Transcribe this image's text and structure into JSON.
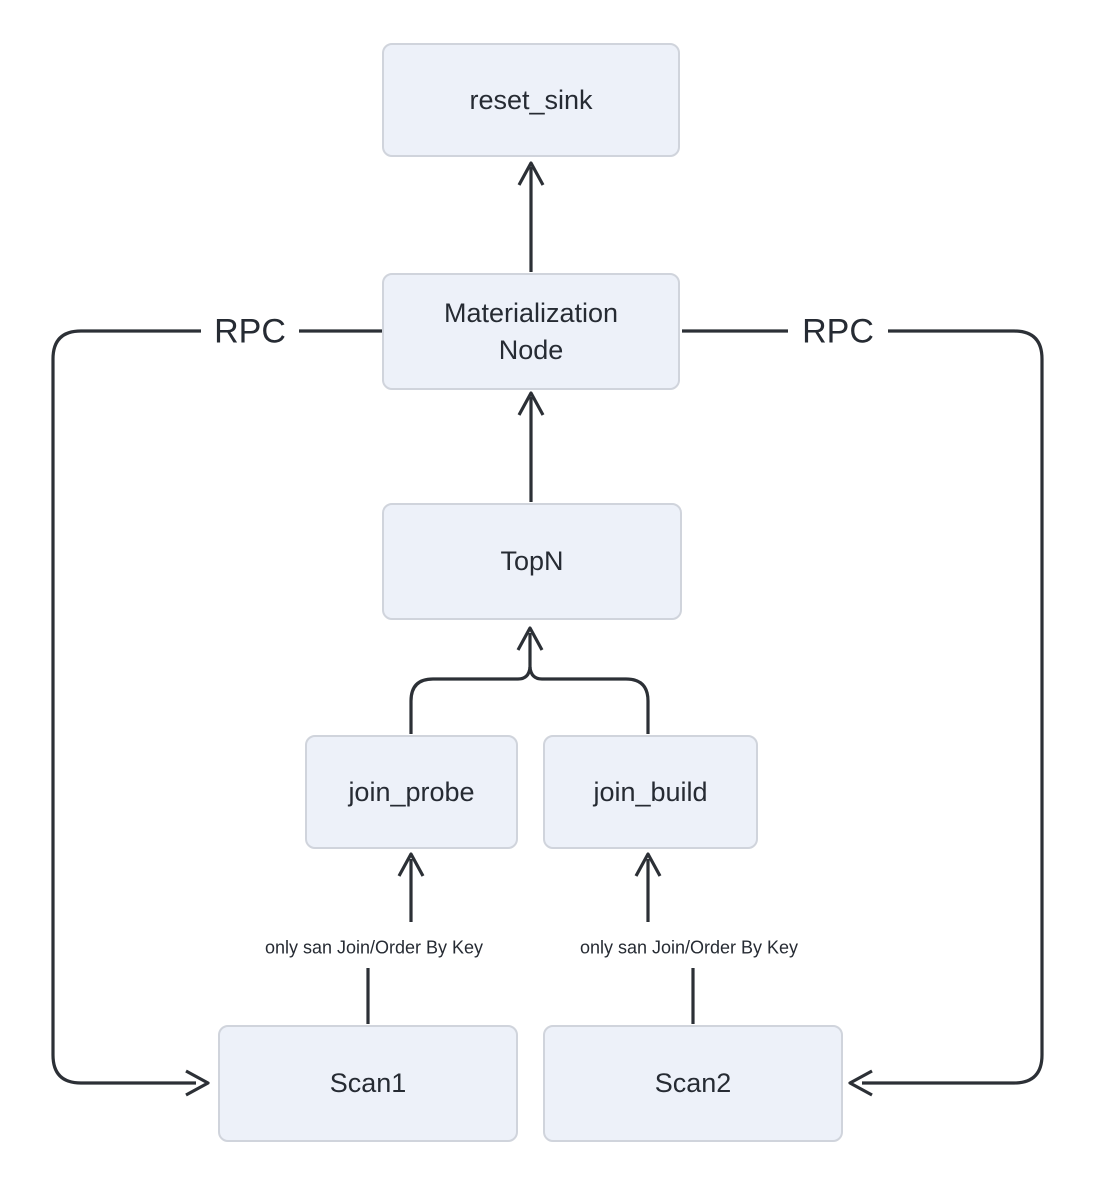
{
  "colors": {
    "background": "#ffffff",
    "node_fill": "#edf1f9",
    "node_border": "#d0d4dc",
    "line_color": "#2c3036",
    "text_color": "#262b33"
  },
  "diagram": {
    "type": "flowchart",
    "direction": "bottom-to-top",
    "nodes": {
      "reset_sink": {
        "label": "reset_sink"
      },
      "materialization": {
        "lines": [
          "Materialization",
          "Node"
        ]
      },
      "topn": {
        "label": "TopN"
      },
      "join_probe": {
        "label": "join_probe"
      },
      "join_build": {
        "label": "join_build"
      },
      "scan1": {
        "label": "Scan1"
      },
      "scan2": {
        "label": "Scan2"
      }
    },
    "edge_labels": {
      "rpc_left": "RPC",
      "rpc_right": "RPC",
      "scan1_note": "only san Join/Order By Key",
      "scan2_note": "only san Join/Order By Key"
    },
    "edges": [
      "materialization -> reset_sink",
      "topn -> materialization",
      "join_probe -> topn",
      "join_build -> topn",
      "scan1 -> join_probe (via note: only san Join/Order By Key)",
      "scan2 -> join_build (via note: only san Join/Order By Key)",
      "materialization -> scan1 (RPC)",
      "materialization -> scan2 (RPC)"
    ]
  }
}
